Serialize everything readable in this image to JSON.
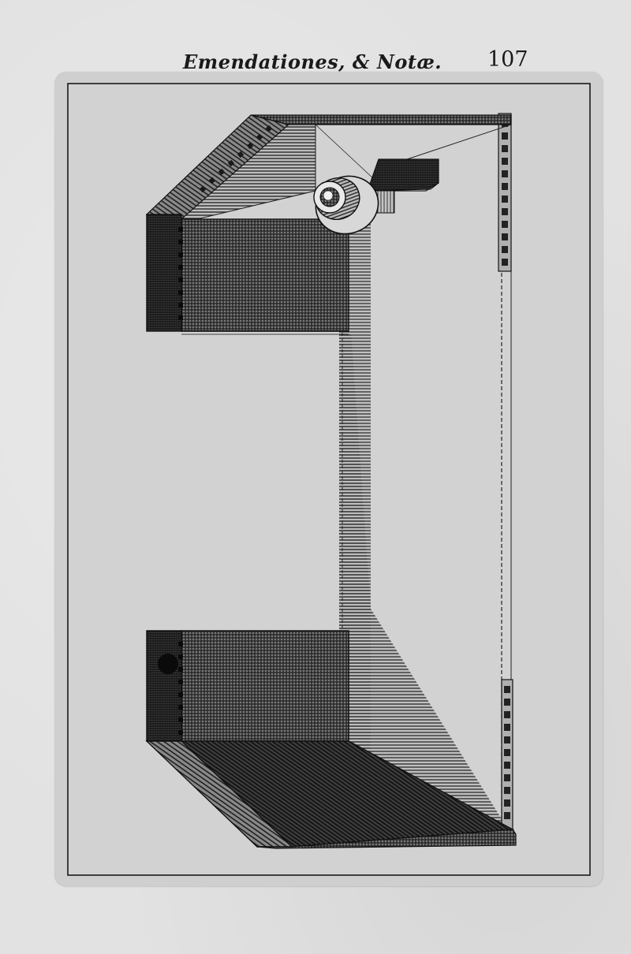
{
  "page": {
    "running_head": "Emendationes, & Notæ.",
    "page_number": "107"
  },
  "plate": {
    "subject": "engraved perspective drawing of a box-like apparatus with a lens tube"
  }
}
